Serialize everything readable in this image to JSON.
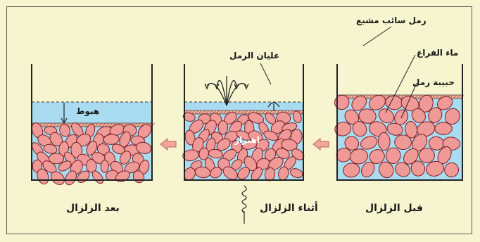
{
  "colors": {
    "background": "#f6f5cf",
    "water": "#a9dcf0",
    "grain_fill": "#f09a98",
    "grain_stroke": "#7a1f24",
    "arrow": "#f2a69a",
    "hatch": "#c25a4e"
  },
  "labels": {
    "saturated_sand": "رمل سائب مشبع",
    "pore_water": "ماء الفراغ",
    "sand_grain": "حبيبة رمل",
    "sand_boil": "غليان الرمل",
    "subsidence": "هبوط",
    "before": "قبل الزلزال",
    "during": "أثناء الزلزال",
    "after": "بعد الزلزال",
    "center_note": "اهتزاز"
  },
  "icons": [
    "shaking-wave-icon",
    "transition-arrow-icon",
    "fountain-arrow-icon"
  ]
}
